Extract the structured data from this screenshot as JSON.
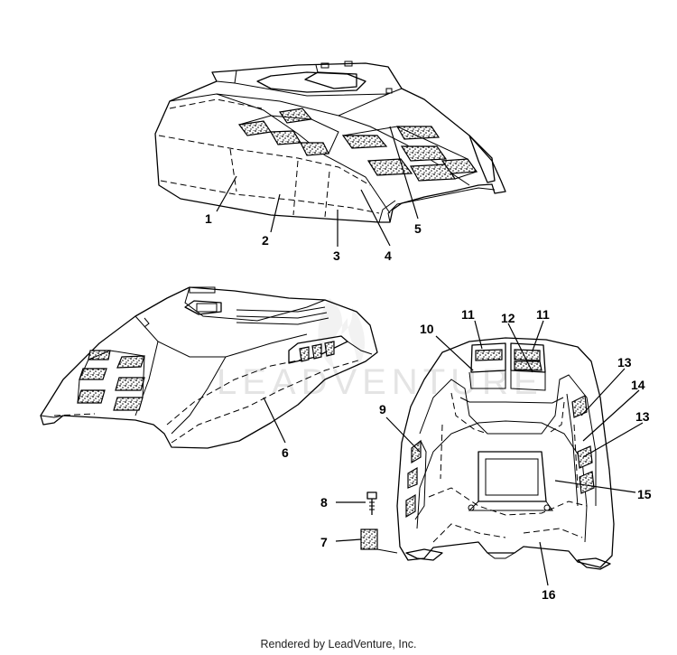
{
  "watermark": "LEADVENTURE",
  "callouts": {
    "c1": "1",
    "c2": "2",
    "c3": "3",
    "c4": "4",
    "c5": "5",
    "c6": "6",
    "c7": "7",
    "c8": "8",
    "c9": "9",
    "c10": "10",
    "c11a": "11",
    "c11b": "11",
    "c12": "12",
    "c13a": "13",
    "c13b": "13",
    "c14": "14",
    "c15": "15",
    "c16": "16"
  },
  "footer": "Rendered by LeadVenture, Inc."
}
